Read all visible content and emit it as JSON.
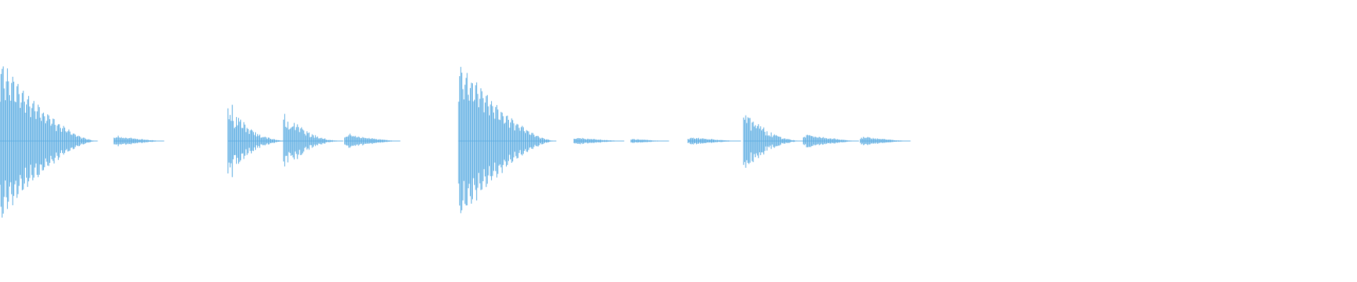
{
  "waveform": {
    "color": "#5dade2",
    "background": "#ffffff",
    "amplitude_range": [
      -1,
      1
    ],
    "time_range": [
      0,
      1
    ],
    "segments": [
      {
        "type": "kick",
        "start": 0.0,
        "duration": 0.072,
        "amplitude": 0.97
      },
      {
        "type": "tail",
        "start": 0.084,
        "duration": 0.037,
        "amplitude": 0.07
      },
      {
        "type": "snare",
        "start": 0.168,
        "duration": 0.044,
        "amplitude": 0.44
      },
      {
        "type": "snare",
        "start": 0.209,
        "duration": 0.044,
        "amplitude": 0.37
      },
      {
        "type": "tail",
        "start": 0.254,
        "duration": 0.041,
        "amplitude": 0.09
      },
      {
        "type": "kick",
        "start": 0.338,
        "duration": 0.072,
        "amplitude": 0.97
      },
      {
        "type": "tail",
        "start": 0.423,
        "duration": 0.037,
        "amplitude": 0.05
      },
      {
        "type": "tail",
        "start": 0.465,
        "duration": 0.028,
        "amplitude": 0.03
      },
      {
        "type": "tail",
        "start": 0.507,
        "duration": 0.039,
        "amplitude": 0.05
      },
      {
        "type": "snare",
        "start": 0.548,
        "duration": 0.044,
        "amplitude": 0.38
      },
      {
        "type": "tail",
        "start": 0.592,
        "duration": 0.041,
        "amplitude": 0.09
      },
      {
        "type": "tail",
        "start": 0.634,
        "duration": 0.037,
        "amplitude": 0.06
      }
    ]
  }
}
